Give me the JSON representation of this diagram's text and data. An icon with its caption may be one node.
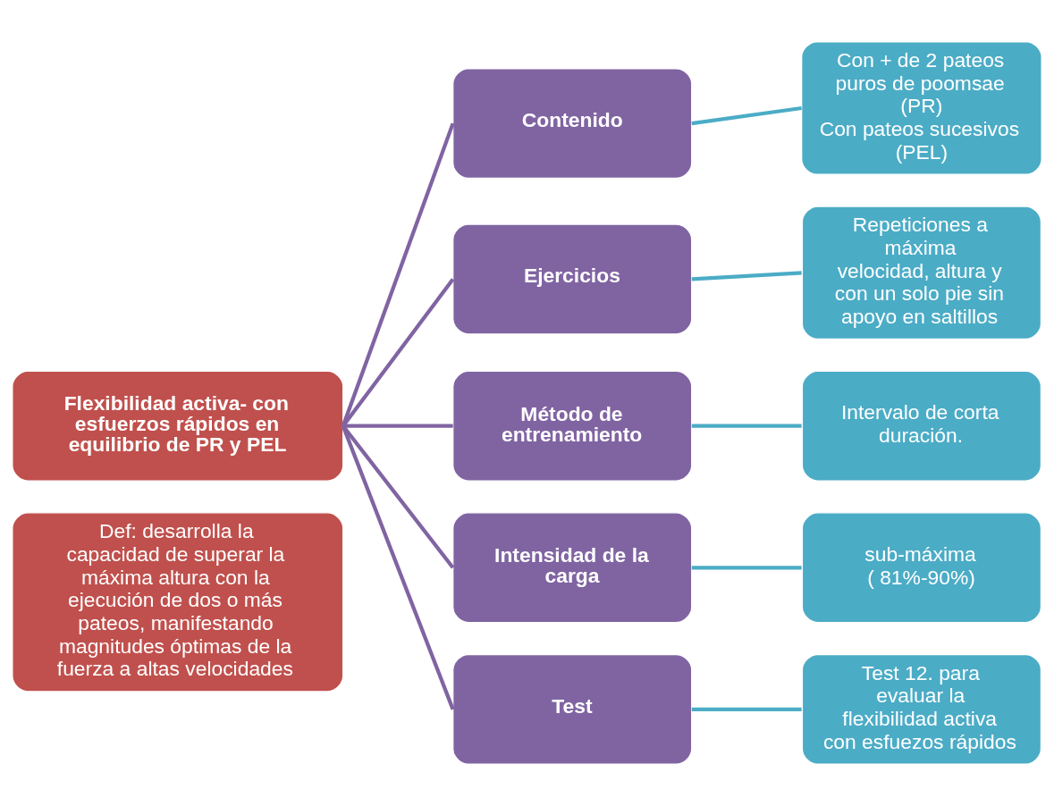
{
  "diagram": {
    "nodes": [
      {
        "text": [
          "Flexibilidad activa- con esfuerzos rápidos en equilibrio de PR y PEL"
        ]
      },
      {
        "text": [
          "Contenido"
        ]
      },
      {
        "text": [
          "Con + de 2 pateos puros de poomsae (PR)",
          "Con pateos sucesivos (PEL)"
        ]
      },
      {
        "text": [
          "Ejercicios"
        ]
      },
      {
        "text": [
          "Repeticiones a máxima",
          "velocidad, altura y con un solo pie sin apoyo en saltillos"
        ]
      },
      {
        "text": [
          "Método de entrenamiento"
        ]
      },
      {
        "text": [
          "Intervalo de corta duración."
        ]
      },
      {
        "text": [
          "Intensidad de la carga"
        ]
      },
      {
        "text": [
          "sub-máxima",
          "( 81%-90%)"
        ]
      },
      {
        "text": [
          "Test"
        ]
      },
      {
        "text": [
          "Test 12. para evaluar la flexibilidad activa con esfuezos rápidos"
        ]
      },
      {
        "text": [
          "Def: desarrolla la capacidad de superar la máxima altura con la ejecución de dos o más pateos, manifestando magnitudes óptimas de la fuerza a altas velocidades"
        ]
      }
    ],
    "edges": [
      {
        "from": 0,
        "to": 1,
        "arrow": "none"
      },
      {
        "from": 0,
        "to": 3,
        "arrow": "none"
      },
      {
        "from": 0,
        "to": 5,
        "arrow": "none"
      },
      {
        "from": 0,
        "to": 7,
        "arrow": "none"
      },
      {
        "from": 0,
        "to": 9,
        "arrow": "none"
      },
      {
        "from": 1,
        "to": 2,
        "arrow": "none",
        "color": "#4bacc6"
      },
      {
        "from": 3,
        "to": 4,
        "arrow": "none",
        "color": "#4bacc6"
      },
      {
        "from": 5,
        "to": 6,
        "arrow": "none",
        "color": "#4bacc6"
      },
      {
        "from": 7,
        "to": 8,
        "arrow": "none",
        "color": "#4bacc6"
      },
      {
        "from": 9,
        "to": 10,
        "arrow": "none",
        "color": "#4bacc6"
      }
    ]
  }
}
